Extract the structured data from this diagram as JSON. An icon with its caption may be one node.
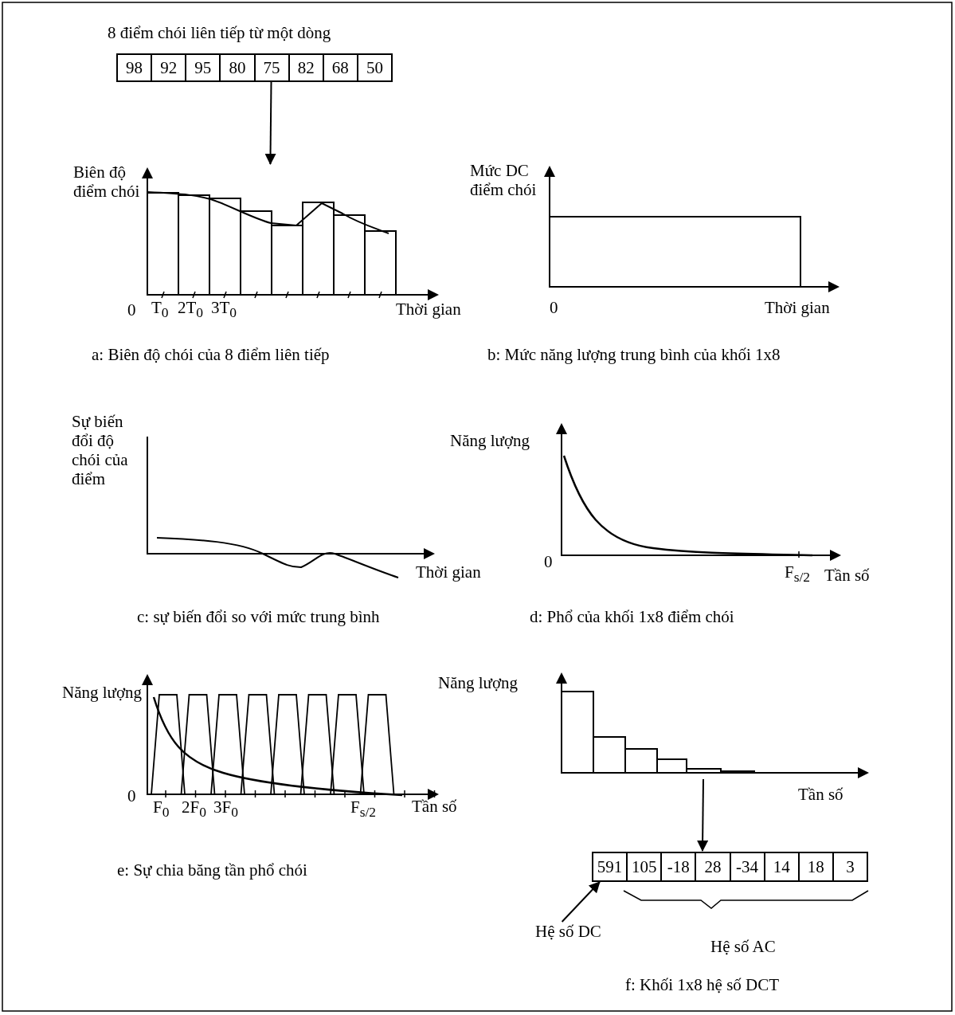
{
  "diagram": {
    "nodes": [
      {
        "text": [
          "98",
          "92",
          "95",
          "80",
          "75",
          "82",
          "68",
          "50"
        ],
        "beside": [
          "8 điểm chói liên tiếp từ một dòng"
        ]
      },
      {
        "text": [],
        "shape": "picture"
      },
      {
        "text": [],
        "shape": "picture"
      },
      {
        "text": [
          "591",
          "105",
          "-18",
          "28",
          "-34",
          "14",
          "18",
          "3"
        ]
      },
      {
        "text": [
          "Hệ số DC"
        ]
      }
    ],
    "edges": [
      {
        "from": 0,
        "to": 1,
        "arrow": "to"
      },
      {
        "from": 2,
        "to": 3,
        "arrow": "to"
      },
      {
        "from": 4,
        "to": 3,
        "arrow": "to"
      }
    ],
    "labels": [
      "Biên độ điểm chói",
      "Mức DC điểm chói",
      "0",
      "T$_{0}$",
      "2T$_{0}$",
      "3T$_{0}$",
      "Thời gian",
      "0",
      "Thời gian",
      "a:  Biên độ chói của 8 điểm liên tiếp",
      "b: Mức năng lượng trung bình của khối 1x8",
      "Sự biến đổi độ chói của điểm",
      "Năng lượng",
      "0",
      "Thời gian",
      "F$_{s/2}$",
      "Tần số",
      "c: sự biến đổi so với mức trung bình",
      "d:  Phổ của khối 1x8 điểm chói",
      "Năng lượng",
      "Năng lượng",
      "0",
      "F$_{0}$",
      "2F$_{0}$",
      "3F$_{0}$",
      "F$_{s/2}$",
      "Tần số",
      "Tần số",
      "e:  Sự chia băng tần phổ chói",
      "Hệ số AC",
      "f:  Khối 1x8 hệ số DCT"
    ]
  }
}
